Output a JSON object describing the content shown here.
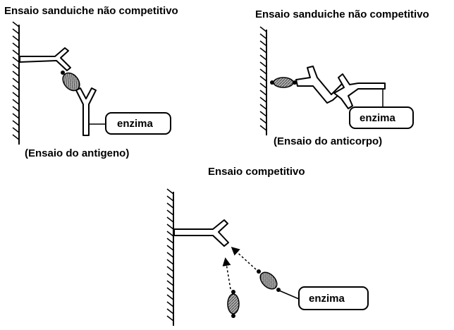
{
  "panels": {
    "top_left": {
      "title": "Ensaio sanduiche não competitivo",
      "enzyme": "enzima",
      "caption": "(Ensaio do antigeno)"
    },
    "top_right": {
      "title": "Ensaio sanduiche não competitivo",
      "enzyme": "enzima",
      "caption": "(Ensaio do anticorpo)"
    },
    "bottom": {
      "title": "Ensaio competitivo",
      "enzyme": "enzima"
    }
  },
  "colors": {
    "ink": "#000000",
    "antigen_fill": "#9a9a9a",
    "background": "#ffffff"
  }
}
